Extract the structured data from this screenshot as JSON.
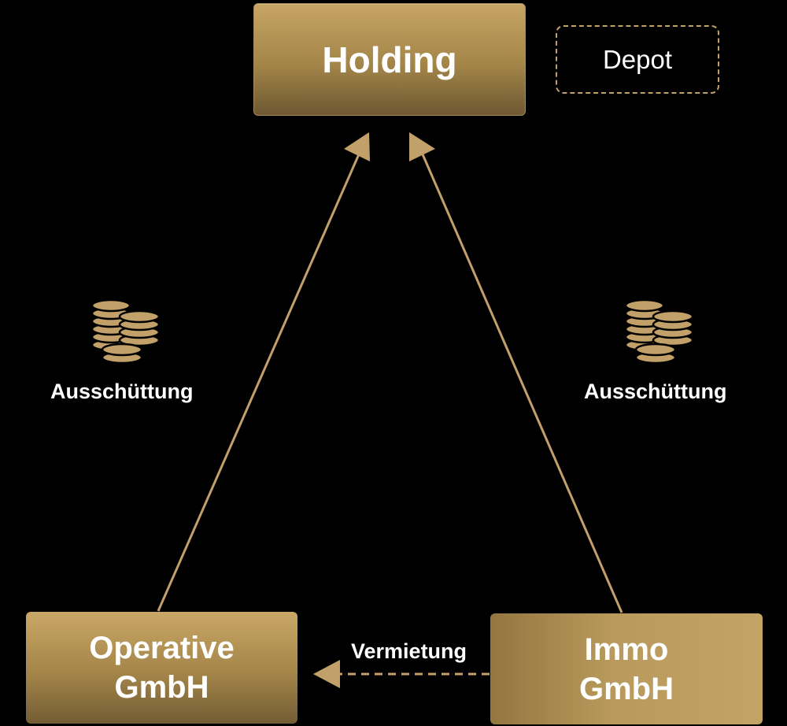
{
  "nodes": {
    "holding": "Holding",
    "depot": "Depot",
    "operative": "Operative\nGmbH",
    "immo": "Immo\nGmbH"
  },
  "edges": {
    "operative_to_holding": "Ausschüttung",
    "immo_to_holding": "Ausschüttung",
    "immo_to_operative": "Vermietung"
  },
  "icons": {
    "left": "coins-icon",
    "right": "coins-icon"
  },
  "colors": {
    "background": "#000000",
    "gold": "#c2a06a",
    "gold_dark": "#6e5833",
    "text": "#ffffff"
  }
}
